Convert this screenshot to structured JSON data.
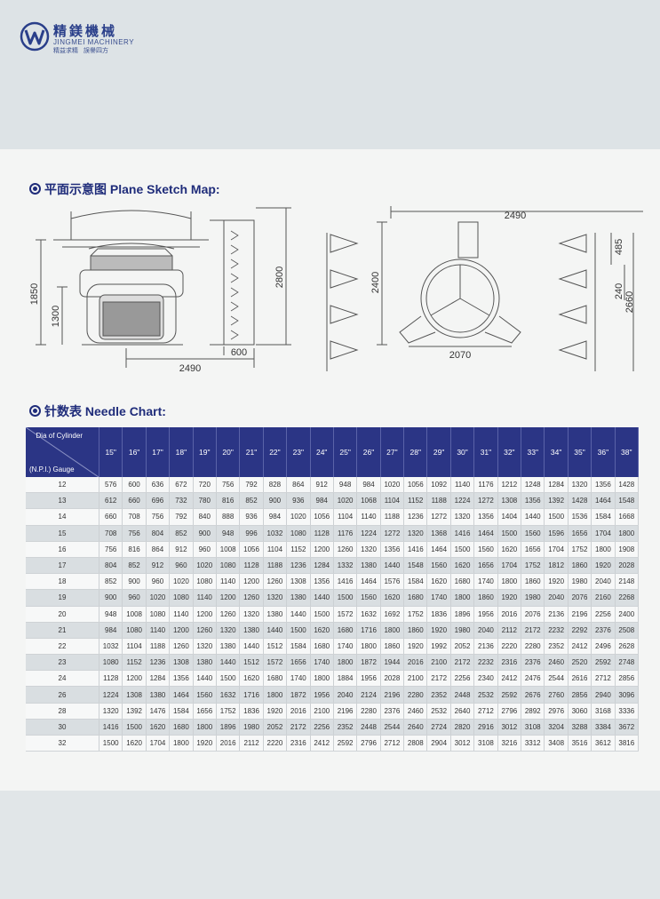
{
  "brand": {
    "name_cn": "精鎂機械",
    "name_en": "JINGMEI MACHINERY",
    "slogan": "精益求精 誤譽四方",
    "logo_icon": "jm-logo-icon",
    "color": "#2a3f8a"
  },
  "sections": {
    "sketch": {
      "title": "平面示意图 Plane Sketch Map:"
    },
    "needle": {
      "title": "针数表 Needle Chart:"
    }
  },
  "sketch_dimensions": {
    "machine_height_total": "1850",
    "machine_height_lower": "1300",
    "machine_width": "2490",
    "rack_depth": "600",
    "rack_height": "2800",
    "plan_width": "2490",
    "plan_depth": "2400",
    "plan_table_width": "2070",
    "creel_spacing_top": "485",
    "creel_spacing_mid": "240",
    "creel_total": "2660"
  },
  "needle_chart": {
    "corner_dia": "Dia of Cylinder",
    "corner_gauge": "(N.P.I.) Gauge",
    "diameters": [
      "15\"",
      "16\"",
      "17\"",
      "18\"",
      "19\"",
      "20\"",
      "21\"",
      "22\"",
      "23\"",
      "24\"",
      "25\"",
      "26\"",
      "27\"",
      "28\"",
      "29\"",
      "30\"",
      "31\"",
      "32\"",
      "33\"",
      "34\"",
      "35\"",
      "36\"",
      "38\""
    ],
    "rows": [
      {
        "gauge": "12",
        "values": [
          "576",
          "600",
          "636",
          "672",
          "720",
          "756",
          "792",
          "828",
          "864",
          "912",
          "948",
          "984",
          "1020",
          "1056",
          "1092",
          "1140",
          "1176",
          "1212",
          "1248",
          "1284",
          "1320",
          "1356",
          "1428"
        ]
      },
      {
        "gauge": "13",
        "values": [
          "612",
          "660",
          "696",
          "732",
          "780",
          "816",
          "852",
          "900",
          "936",
          "984",
          "1020",
          "1068",
          "1104",
          "1152",
          "1188",
          "1224",
          "1272",
          "1308",
          "1356",
          "1392",
          "1428",
          "1464",
          "1548"
        ]
      },
      {
        "gauge": "14",
        "values": [
          "660",
          "708",
          "756",
          "792",
          "840",
          "888",
          "936",
          "984",
          "1020",
          "1056",
          "1104",
          "1140",
          "1188",
          "1236",
          "1272",
          "1320",
          "1356",
          "1404",
          "1440",
          "1500",
          "1536",
          "1584",
          "1668"
        ]
      },
      {
        "gauge": "15",
        "values": [
          "708",
          "756",
          "804",
          "852",
          "900",
          "948",
          "996",
          "1032",
          "1080",
          "1128",
          "1176",
          "1224",
          "1272",
          "1320",
          "1368",
          "1416",
          "1464",
          "1500",
          "1560",
          "1596",
          "1656",
          "1704",
          "1800"
        ]
      },
      {
        "gauge": "16",
        "values": [
          "756",
          "816",
          "864",
          "912",
          "960",
          "1008",
          "1056",
          "1104",
          "1152",
          "1200",
          "1260",
          "1320",
          "1356",
          "1416",
          "1464",
          "1500",
          "1560",
          "1620",
          "1656",
          "1704",
          "1752",
          "1800",
          "1908"
        ]
      },
      {
        "gauge": "17",
        "values": [
          "804",
          "852",
          "912",
          "960",
          "1020",
          "1080",
          "1128",
          "1188",
          "1236",
          "1284",
          "1332",
          "1380",
          "1440",
          "1548",
          "1560",
          "1620",
          "1656",
          "1704",
          "1752",
          "1812",
          "1860",
          "1920",
          "2028"
        ]
      },
      {
        "gauge": "18",
        "values": [
          "852",
          "900",
          "960",
          "1020",
          "1080",
          "1140",
          "1200",
          "1260",
          "1308",
          "1356",
          "1416",
          "1464",
          "1576",
          "1584",
          "1620",
          "1680",
          "1740",
          "1800",
          "1860",
          "1920",
          "1980",
          "2040",
          "2148"
        ]
      },
      {
        "gauge": "19",
        "values": [
          "900",
          "960",
          "1020",
          "1080",
          "1140",
          "1200",
          "1260",
          "1320",
          "1380",
          "1440",
          "1500",
          "1560",
          "1620",
          "1680",
          "1740",
          "1800",
          "1860",
          "1920",
          "1980",
          "2040",
          "2076",
          "2160",
          "2268"
        ]
      },
      {
        "gauge": "20",
        "values": [
          "948",
          "1008",
          "1080",
          "1140",
          "1200",
          "1260",
          "1320",
          "1380",
          "1440",
          "1500",
          "1572",
          "1632",
          "1692",
          "1752",
          "1836",
          "1896",
          "1956",
          "2016",
          "2076",
          "2136",
          "2196",
          "2256",
          "2400"
        ]
      },
      {
        "gauge": "21",
        "values": [
          "984",
          "1080",
          "1140",
          "1200",
          "1260",
          "1320",
          "1380",
          "1440",
          "1500",
          "1620",
          "1680",
          "1716",
          "1800",
          "1860",
          "1920",
          "1980",
          "2040",
          "2112",
          "2172",
          "2232",
          "2292",
          "2376",
          "2508"
        ]
      },
      {
        "gauge": "22",
        "values": [
          "1032",
          "1104",
          "1188",
          "1260",
          "1320",
          "1380",
          "1440",
          "1512",
          "1584",
          "1680",
          "1740",
          "1800",
          "1860",
          "1920",
          "1992",
          "2052",
          "2136",
          "2220",
          "2280",
          "2352",
          "2412",
          "2496",
          "2628"
        ]
      },
      {
        "gauge": "23",
        "values": [
          "1080",
          "1152",
          "1236",
          "1308",
          "1380",
          "1440",
          "1512",
          "1572",
          "1656",
          "1740",
          "1800",
          "1872",
          "1944",
          "2016",
          "2100",
          "2172",
          "2232",
          "2316",
          "2376",
          "2460",
          "2520",
          "2592",
          "2748"
        ]
      },
      {
        "gauge": "24",
        "values": [
          "1128",
          "1200",
          "1284",
          "1356",
          "1440",
          "1500",
          "1620",
          "1680",
          "1740",
          "1800",
          "1884",
          "1956",
          "2028",
          "2100",
          "2172",
          "2256",
          "2340",
          "2412",
          "2476",
          "2544",
          "2616",
          "2712",
          "2856"
        ]
      },
      {
        "gauge": "26",
        "values": [
          "1224",
          "1308",
          "1380",
          "1464",
          "1560",
          "1632",
          "1716",
          "1800",
          "1872",
          "1956",
          "2040",
          "2124",
          "2196",
          "2280",
          "2352",
          "2448",
          "2532",
          "2592",
          "2676",
          "2760",
          "2856",
          "2940",
          "3096"
        ]
      },
      {
        "gauge": "28",
        "values": [
          "1320",
          "1392",
          "1476",
          "1584",
          "1656",
          "1752",
          "1836",
          "1920",
          "2016",
          "2100",
          "2196",
          "2280",
          "2376",
          "2460",
          "2532",
          "2640",
          "2712",
          "2796",
          "2892",
          "2976",
          "3060",
          "3168",
          "3336"
        ]
      },
      {
        "gauge": "30",
        "values": [
          "1416",
          "1500",
          "1620",
          "1680",
          "1800",
          "1896",
          "1980",
          "2052",
          "2172",
          "2256",
          "2352",
          "2448",
          "2544",
          "2640",
          "2724",
          "2820",
          "2916",
          "3012",
          "3108",
          "3204",
          "3288",
          "3384",
          "3672"
        ]
      },
      {
        "gauge": "32",
        "values": [
          "1500",
          "1620",
          "1704",
          "1800",
          "1920",
          "2016",
          "2112",
          "2220",
          "2316",
          "2412",
          "2592",
          "2796",
          "2712",
          "2808",
          "2904",
          "3012",
          "3108",
          "3216",
          "3312",
          "3408",
          "3516",
          "3612",
          "3816"
        ]
      }
    ]
  }
}
